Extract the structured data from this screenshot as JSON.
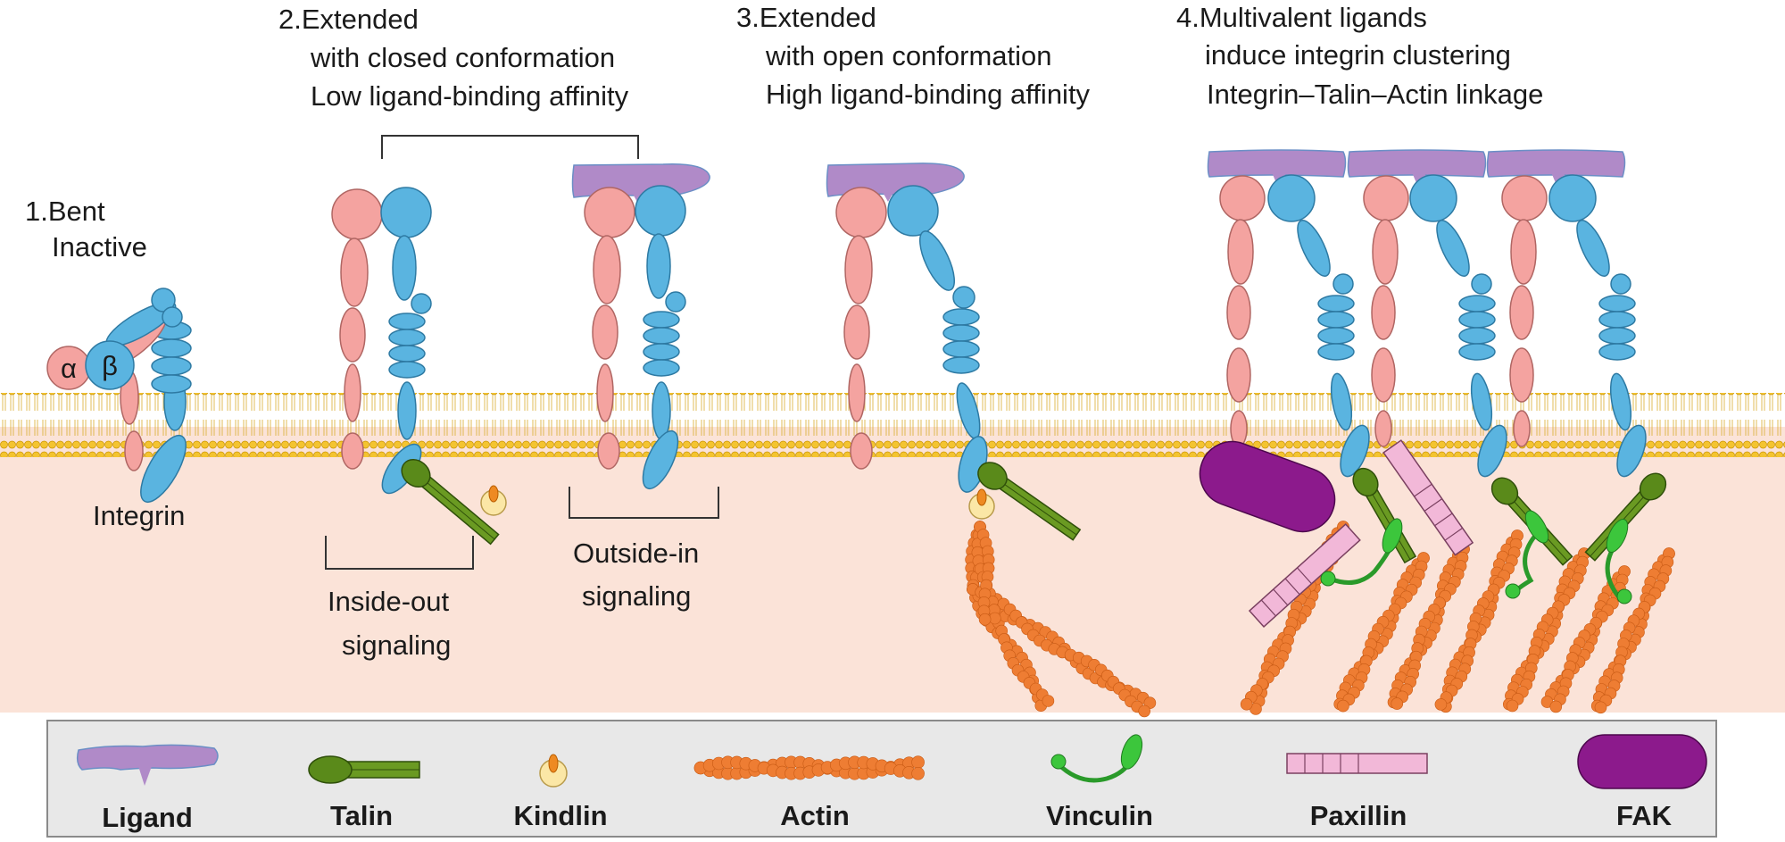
{
  "steps": {
    "s1": {
      "line1": "1.Bent",
      "line2": "Inactive"
    },
    "s2": {
      "line1": "2.Extended",
      "line2": "with closed conformation",
      "line3": "Low ligand-binding affinity"
    },
    "s3": {
      "line1": "3.Extended",
      "line2": "with open conformation",
      "line3": "High ligand-binding affinity"
    },
    "s4": {
      "line1": "4.Multivalent ligands",
      "line2": "induce integrin clustering",
      "line3": "Integrin–Talin–Actin linkage"
    }
  },
  "labels": {
    "alpha": "α",
    "beta": "β",
    "integrin": "Integrin",
    "inside_out_1": "Inside-out",
    "inside_out_2": "signaling",
    "outside_in_1": "Outside-in",
    "outside_in_2": "signaling"
  },
  "legend": {
    "ligand": "Ligand",
    "talin": "Talin",
    "kindlin": "Kindlin",
    "actin": "Actin",
    "vinculin": "Vinculin",
    "paxillin": "Paxillin",
    "fak": "FAK"
  },
  "colors": {
    "alpha_subunit": "#f4a3a0",
    "beta_subunit": "#5ab4e0",
    "ligand": "#b08ac8",
    "talin": "#5a8a1a",
    "kindlin": "#fbe7a6",
    "actin": "#ee7d33",
    "vinculin": "#3cc63c",
    "paxillin": "#f2b8d8",
    "fak": "#8c1a8c",
    "membrane": "#f4c430",
    "cytoplasm": "#fbe3d8"
  }
}
